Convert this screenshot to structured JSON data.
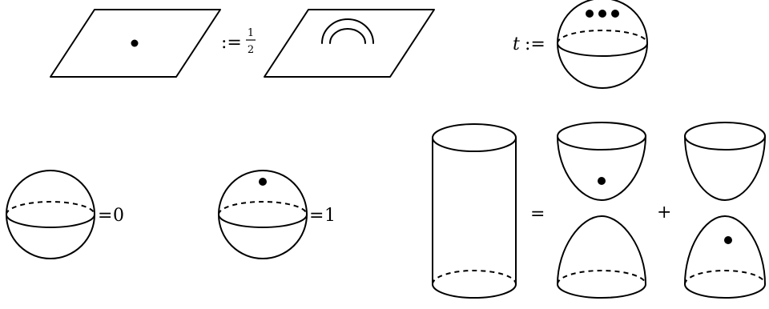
{
  "relations": {
    "plane_def": {
      "symbol": ":=",
      "frac_num": "1",
      "frac_den": "2"
    },
    "t_def": {
      "lhs": "t",
      "symbol": ":="
    },
    "sphere_zero": {
      "symbol": "=",
      "value": "0"
    },
    "sphere_one": {
      "symbol": "=",
      "value": "1"
    },
    "neck": {
      "equals": "=",
      "plus": "+"
    }
  }
}
